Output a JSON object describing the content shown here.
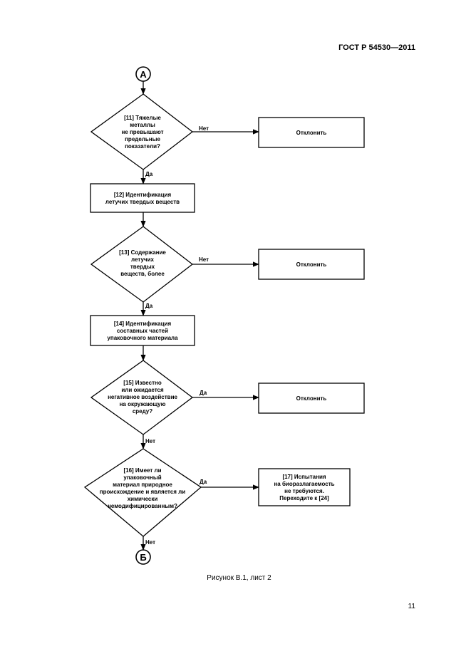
{
  "header": "ГОСТ Р 54530—2011",
  "caption": "Рисунок В.1, лист 2",
  "page_number": "11",
  "connectors": {
    "top": "А",
    "bottom": "Б"
  },
  "nodes": {
    "d11": [
      "[11] Тяжелые",
      "металлы",
      "не превышают",
      "предельные",
      "показатели?"
    ],
    "r11": [
      "Отклонить"
    ],
    "b12": [
      "[12] Идентификация",
      "летучих твердых веществ"
    ],
    "d13": [
      "[13] Содержание",
      "летучих",
      "твердых",
      "веществ, более"
    ],
    "r13": [
      "Отклонить"
    ],
    "b14": [
      "[14] Идентификация",
      "составных частей",
      "упаковочного материала"
    ],
    "d15": [
      "[15] Известно",
      "или ожидается",
      "негативное воздействие",
      "на окружающую",
      "среду?"
    ],
    "r15": [
      "Отклонить"
    ],
    "d16": [
      "[16] Имеет ли",
      "упаковочный",
      "материал природное",
      "происхождение и является ли",
      "химически",
      "немодифицированным?"
    ],
    "b17": [
      "[17] Испытания",
      "на биоразлагаемость",
      "не требуются.",
      "Переходите к [24]"
    ]
  },
  "edges": {
    "d11_no": "Нет",
    "d11_yes": "Да",
    "d13_no": "Нет",
    "d13_yes": "Да",
    "d15_yes": "Да",
    "d15_no": "Нет",
    "d16_yes": "Да",
    "d16_no": "Нет"
  }
}
